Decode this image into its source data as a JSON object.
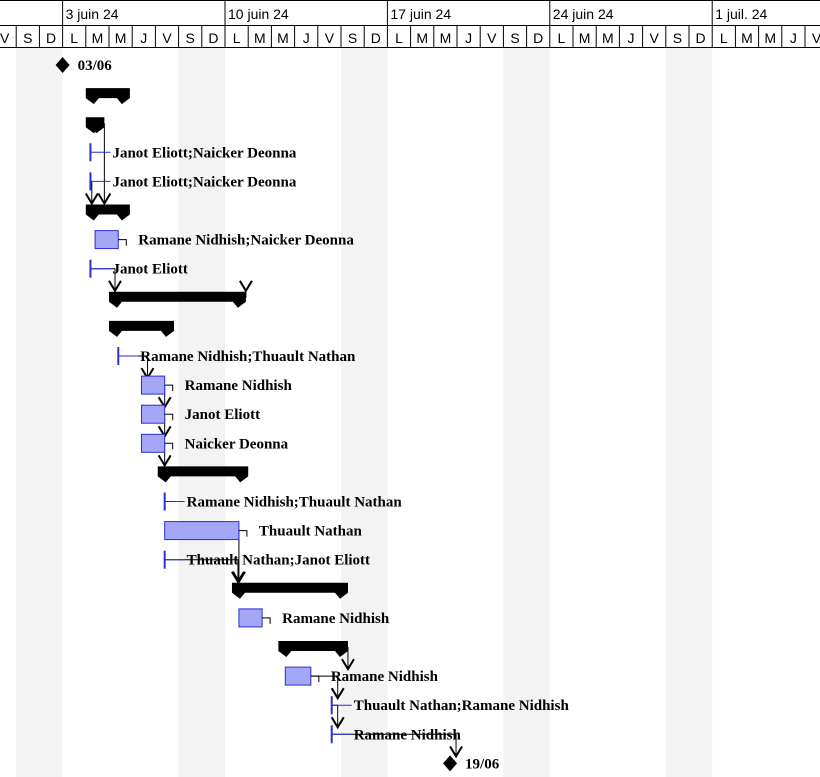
{
  "timeline": {
    "weeks": [
      "3 juin 24",
      "10 juin 24",
      "17 juin 24",
      "24 juin 24",
      "1 juil. 24"
    ],
    "day_letters": [
      "V",
      "S",
      "D",
      "L",
      "M",
      "M",
      "J",
      "V",
      "S",
      "D",
      "L",
      "M",
      "M",
      "J",
      "V",
      "S",
      "D",
      "L",
      "M",
      "M",
      "J",
      "V",
      "S",
      "D",
      "L",
      "M",
      "M",
      "J",
      "V",
      "S",
      "D",
      "L",
      "M",
      "M",
      "J",
      "V"
    ]
  },
  "colors": {
    "task_fill": "#a3a7f5",
    "task_stroke": "#2a2fd0",
    "summary": "#000000",
    "weekend_shade": "#f3f3f3",
    "dependency": "#000000",
    "start_tick": "#2a2fd0"
  },
  "rows": [
    {
      "kind": "milestone",
      "day": 3,
      "label": "03/06"
    },
    {
      "kind": "summary",
      "start": 4,
      "end": 5.9,
      "label": ""
    },
    {
      "kind": "summary",
      "start": 4,
      "end": 4.8,
      "label": ""
    },
    {
      "kind": "start",
      "day": 4.2,
      "label": "Janot Eliott;Naicker Deonna"
    },
    {
      "kind": "start",
      "day": 4.2,
      "label": "Janot Eliott;Naicker Deonna"
    },
    {
      "kind": "summary",
      "start": 4,
      "end": 5.9,
      "label": ""
    },
    {
      "kind": "task",
      "start": 4.4,
      "end": 5.4,
      "label": "Ramane Nidhish;Naicker Deonna"
    },
    {
      "kind": "start",
      "day": 4.2,
      "label": "Janot Eliott"
    },
    {
      "kind": "summary",
      "start": 5,
      "end": 10.9,
      "label": ""
    },
    {
      "kind": "summary",
      "start": 5,
      "end": 7.8,
      "label": ""
    },
    {
      "kind": "start",
      "day": 5.4,
      "label": "Ramane Nidhish;Thuault Nathan"
    },
    {
      "kind": "task",
      "start": 6.4,
      "end": 7.4,
      "label": "Ramane Nidhish"
    },
    {
      "kind": "task",
      "start": 6.4,
      "end": 7.4,
      "label": "Janot Eliott"
    },
    {
      "kind": "task",
      "start": 6.4,
      "end": 7.4,
      "label": "Naicker Deonna"
    },
    {
      "kind": "summary",
      "start": 7.1,
      "end": 11,
      "label": ""
    },
    {
      "kind": "start",
      "day": 7.4,
      "label": "Ramane Nidhish;Thuault Nathan"
    },
    {
      "kind": "task",
      "start": 7.4,
      "end": 10.6,
      "label": "Thuault Nathan"
    },
    {
      "kind": "start",
      "day": 7.4,
      "label": "Thuault Nathan;Janot Eliott"
    },
    {
      "kind": "summary",
      "start": 10.3,
      "end": 15.3,
      "label": ""
    },
    {
      "kind": "task",
      "start": 10.6,
      "end": 11.6,
      "label": "Ramane Nidhish"
    },
    {
      "kind": "summary",
      "start": 12.3,
      "end": 15.3,
      "label": ""
    },
    {
      "kind": "task",
      "start": 12.6,
      "end": 13.7,
      "label": "Ramane Nidhish"
    },
    {
      "kind": "start",
      "day": 14.6,
      "label": "Thuault Nathan;Ramane Nidhish"
    },
    {
      "kind": "start",
      "day": 14.6,
      "label": "Ramane Nidhish"
    },
    {
      "kind": "milestone",
      "day": 19.7,
      "label": "19/06"
    }
  ],
  "dependencies": [
    [
      2,
      5
    ],
    [
      4,
      5
    ],
    [
      7,
      8
    ],
    [
      8,
      8
    ],
    [
      10,
      11
    ],
    [
      11,
      12
    ],
    [
      12,
      13
    ],
    [
      13,
      14
    ],
    [
      16,
      18
    ],
    [
      17,
      18
    ],
    [
      20,
      21
    ],
    [
      21,
      22
    ],
    [
      22,
      23
    ],
    [
      23,
      24
    ]
  ]
}
